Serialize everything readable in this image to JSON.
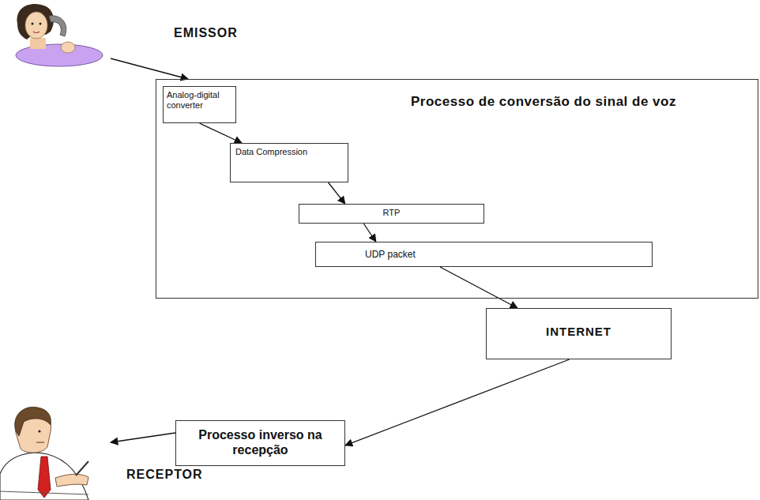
{
  "diagram": {
    "nodes": [
      {
        "text": [
          "Processo de conversão do sinal de voz"
        ]
      },
      {
        "text": [
          "Analog-digital converter"
        ],
        "in": 0
      },
      {
        "text": [
          "Data Compression"
        ],
        "in": 0
      },
      {
        "text": [
          "RTP"
        ],
        "in": 0
      },
      {
        "text": [
          "UDP packet"
        ],
        "in": 0
      },
      {
        "text": [
          "INTERNET"
        ]
      },
      {
        "text": [
          "Processo inverso na recepção"
        ]
      }
    ],
    "edges": [
      {
        "from": 1,
        "to": 2,
        "arrow": "to"
      },
      {
        "from": 2,
        "to": 3,
        "arrow": "to"
      },
      {
        "from": 3,
        "to": 4,
        "arrow": "to"
      },
      {
        "from": 4,
        "to": 5,
        "arrow": "to"
      },
      {
        "from": 5,
        "to": 6,
        "arrow": "to"
      }
    ],
    "labels": [
      "EMISSOR",
      "RECEPTOR"
    ]
  }
}
